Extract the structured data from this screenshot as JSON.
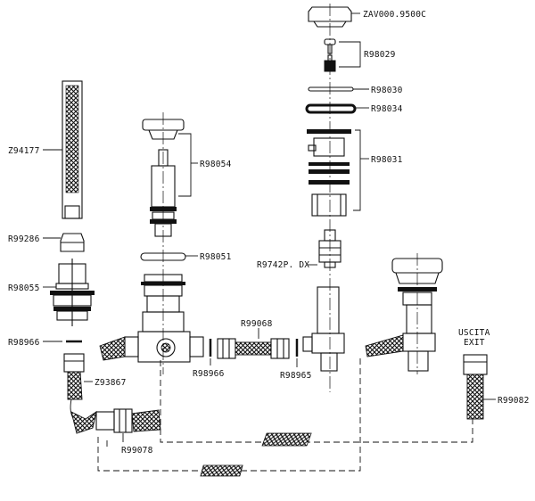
{
  "labels": {
    "zav": "ZAV000.9500C",
    "r98029": "R98029",
    "r98030": "R98030",
    "r98034": "R98034",
    "r98031": "R98031",
    "r9742p": "R9742P. DX",
    "z94177": "Z94177",
    "r98054": "R98054",
    "r99286": "R99286",
    "r98051": "R98051",
    "r98055": "R98055",
    "r98966_left": "R98966",
    "r98966_mid": "R98966",
    "r99068": "R99068",
    "r98965": "R98965",
    "z93867": "Z93867",
    "r99078": "R99078",
    "uscita": "USCITA",
    "exit": "EXIT",
    "r99082": "R99082"
  }
}
